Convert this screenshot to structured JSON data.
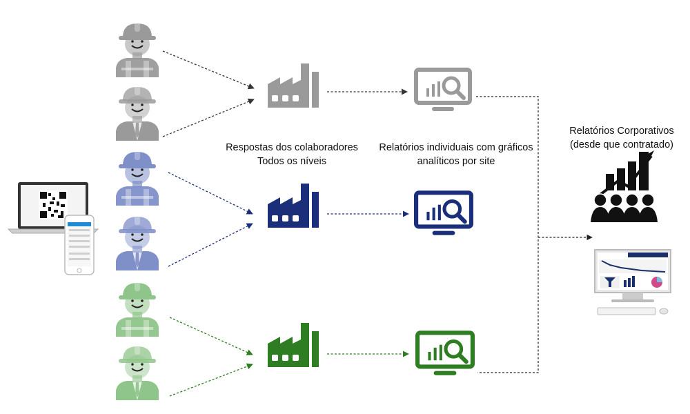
{
  "labels": {
    "responses": {
      "line1": "Respostas dos colaboradores",
      "line2": "Todos os níveis"
    },
    "individual_reports": {
      "line1": "Relatórios individuais com gráficos",
      "line2": "analíticos por site"
    },
    "corporate_reports": {
      "line1": "Relatórios Corporativos",
      "line2": "(desde que contratado)"
    }
  },
  "colors": {
    "gray_group": "#9a9a9a",
    "blue_group": "#1a2e7a",
    "green_group": "#2e7d23",
    "connector": "#222222"
  },
  "icons": {
    "worker": "hardhat-worker-icon",
    "manager": "hardhat-manager-icon",
    "factory": "factory-icon",
    "report": "monitor-analytics-icon",
    "corporate": "corporate-chart-icon",
    "device": "laptop-phone-qr-icon",
    "dashboard": "dashboard-computer-icon"
  }
}
